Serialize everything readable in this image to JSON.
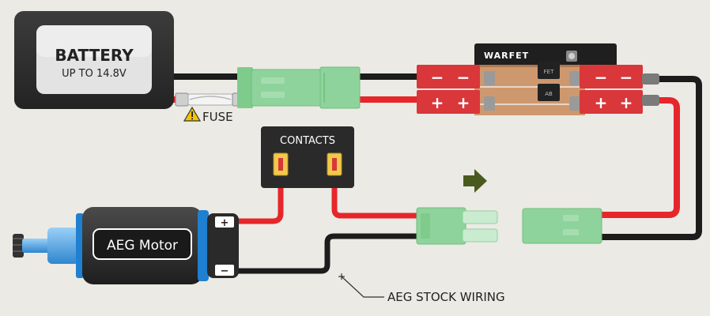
{
  "battery": {
    "title": "BATTERY",
    "subtitle": "UP TO 14.8V"
  },
  "fuse": {
    "label": "FUSE",
    "icon": "warning-icon",
    "icon_color": "#f5c400"
  },
  "contacts": {
    "label": "CONTACTS"
  },
  "warfet": {
    "brand": "WARFET",
    "chip1": "FET",
    "chip2": "AB"
  },
  "motor": {
    "label": "AEG Motor",
    "plus": "+",
    "minus": "−"
  },
  "terminals": {
    "minus": "−",
    "plus": "+"
  },
  "stock_wiring": {
    "label": "AEG STOCK WIRING"
  },
  "direction": {
    "icon": "arrow-right-icon",
    "color": "#4a5a1e"
  },
  "colors": {
    "background": "#eceae5",
    "wire_positive": "#e6262b",
    "wire_negative": "#1c1c1c",
    "connector": "#8fd39c",
    "terminal": "#d9373a",
    "motor_accent": "#1f7fd0"
  }
}
